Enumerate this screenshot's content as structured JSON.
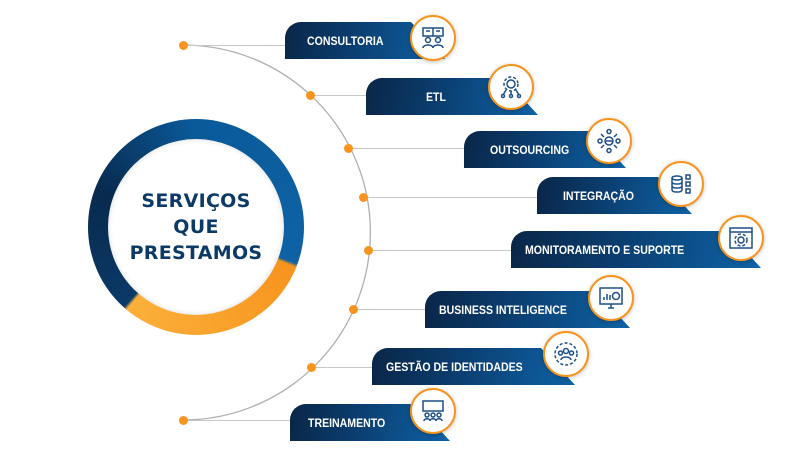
{
  "title_lines": [
    "SERVIÇOS",
    "QUE",
    "PRESTAMOS"
  ],
  "colors": {
    "navy": "#0b3a66",
    "blue": "#0e63a6",
    "orange": "#f7941d",
    "line": "#c8c8c8"
  },
  "services": [
    {
      "label": "CONSULTORIA",
      "icon": "consulting-icon"
    },
    {
      "label": "ETL",
      "icon": "gear-network-icon"
    },
    {
      "label": "OUTSOURCING",
      "icon": "people-network-icon"
    },
    {
      "label": "INTEGRAÇÃO",
      "icon": "database-integration-icon"
    },
    {
      "label": "MONITORAMENTO E SUPORTE",
      "icon": "monitor-gear-icon"
    },
    {
      "label": "BUSINESS INTELIGENCE",
      "icon": "dashboard-chart-icon"
    },
    {
      "label": "GESTÃO DE IDENTIDADES",
      "icon": "identity-group-gear-icon"
    },
    {
      "label": "TREINAMENTO",
      "icon": "training-board-icon"
    }
  ]
}
